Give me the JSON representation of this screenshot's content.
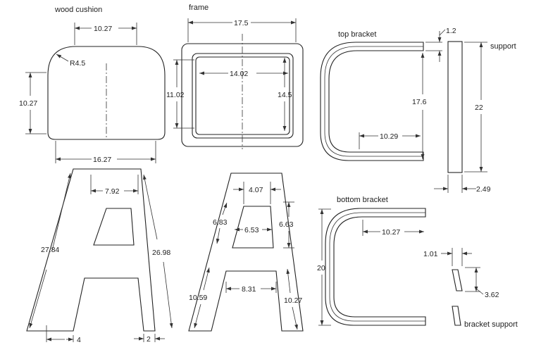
{
  "labels": {
    "wood_cushion": "wood cushion",
    "frame": "frame",
    "top_bracket": "top bracket",
    "support": "support",
    "bottom_bracket": "bottom bracket",
    "bracket_support": "bracket support"
  },
  "dims": {
    "cushion_top": "10.27",
    "cushion_radius": "R4.5",
    "cushion_height": "10.27",
    "cushion_width": "16.27",
    "frame_width": "17.5",
    "frame_inner_width": "14.02",
    "frame_inner_height": "11.02",
    "frame_height": "14.5",
    "topbracket_thickness": "1.2",
    "topbracket_height": "17.6",
    "topbracket_width": "10.29",
    "support_height": "22",
    "support_width": "2.49",
    "leg1_top": "7.92",
    "leg1_left": "27.84",
    "leg1_right": "26.98",
    "leg1_foot_left": "4",
    "leg1_foot_right": "2",
    "leg2_top": "4.07",
    "leg2_upper_left": "6.83",
    "leg2_upper_mid": "6.53",
    "leg2_upper_right": "6.63",
    "leg2_lower_mid": "8.31",
    "leg2_lower_left": "10.59",
    "leg2_lower_right": "10.27",
    "bottombracket_width": "10.27",
    "bottombracket_height": "20",
    "bracketsupport_width": "1.01",
    "bracketsupport_height": "3.62"
  }
}
